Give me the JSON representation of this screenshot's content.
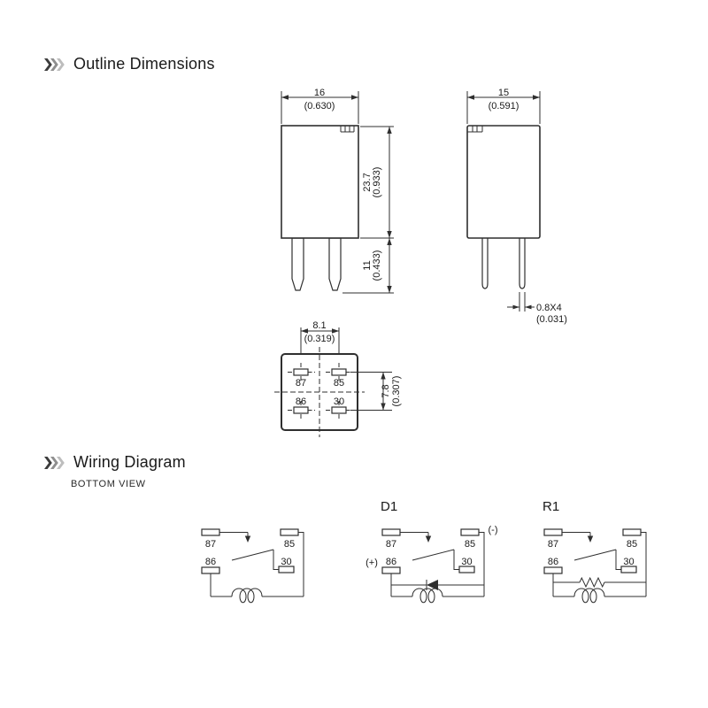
{
  "page": {
    "background": "#ffffff"
  },
  "colors": {
    "line": "#2f2f2f",
    "text": "#1a1a1a",
    "chevron_dark": "#3c3c3c",
    "chevron_mid": "#8f8f8f",
    "chevron_light": "#bdbdbd"
  },
  "sections": {
    "outline": {
      "title": "Outline Dimensions"
    },
    "wiring": {
      "title": "Wiring Diagram",
      "subtitle": "BOTTOM VIEW"
    }
  },
  "outline": {
    "front_view": {
      "width_mm": "16",
      "width_in": "(0.630)",
      "height_mm": "23.7",
      "height_in": "(0.933)",
      "pin_mm": "11",
      "pin_in": "(0.433)"
    },
    "side_view": {
      "width_mm": "15",
      "width_in": "(0.591)",
      "pin_mm": "0.8X4",
      "pin_in": "(0.031)"
    },
    "bottom_view": {
      "pitch_x_mm": "8.1",
      "pitch_x_in": "(0.319)",
      "pitch_y_mm": "7.8",
      "pitch_y_in": "(0.307)",
      "pin_top_left": "87",
      "pin_top_right": "85",
      "pin_bottom_left": "86",
      "pin_bottom_right": "30"
    }
  },
  "wiring": {
    "diagrams": [
      {
        "label": "",
        "p87": "87",
        "p85": "85",
        "p86": "86",
        "p30": "30"
      },
      {
        "label": "D1",
        "p87": "87",
        "p85": "85",
        "p86": "86",
        "p30": "30",
        "positive": "(+)",
        "negative": "(-)"
      },
      {
        "label": "R1",
        "p87": "87",
        "p85": "85",
        "p86": "86",
        "p30": "30"
      }
    ]
  }
}
